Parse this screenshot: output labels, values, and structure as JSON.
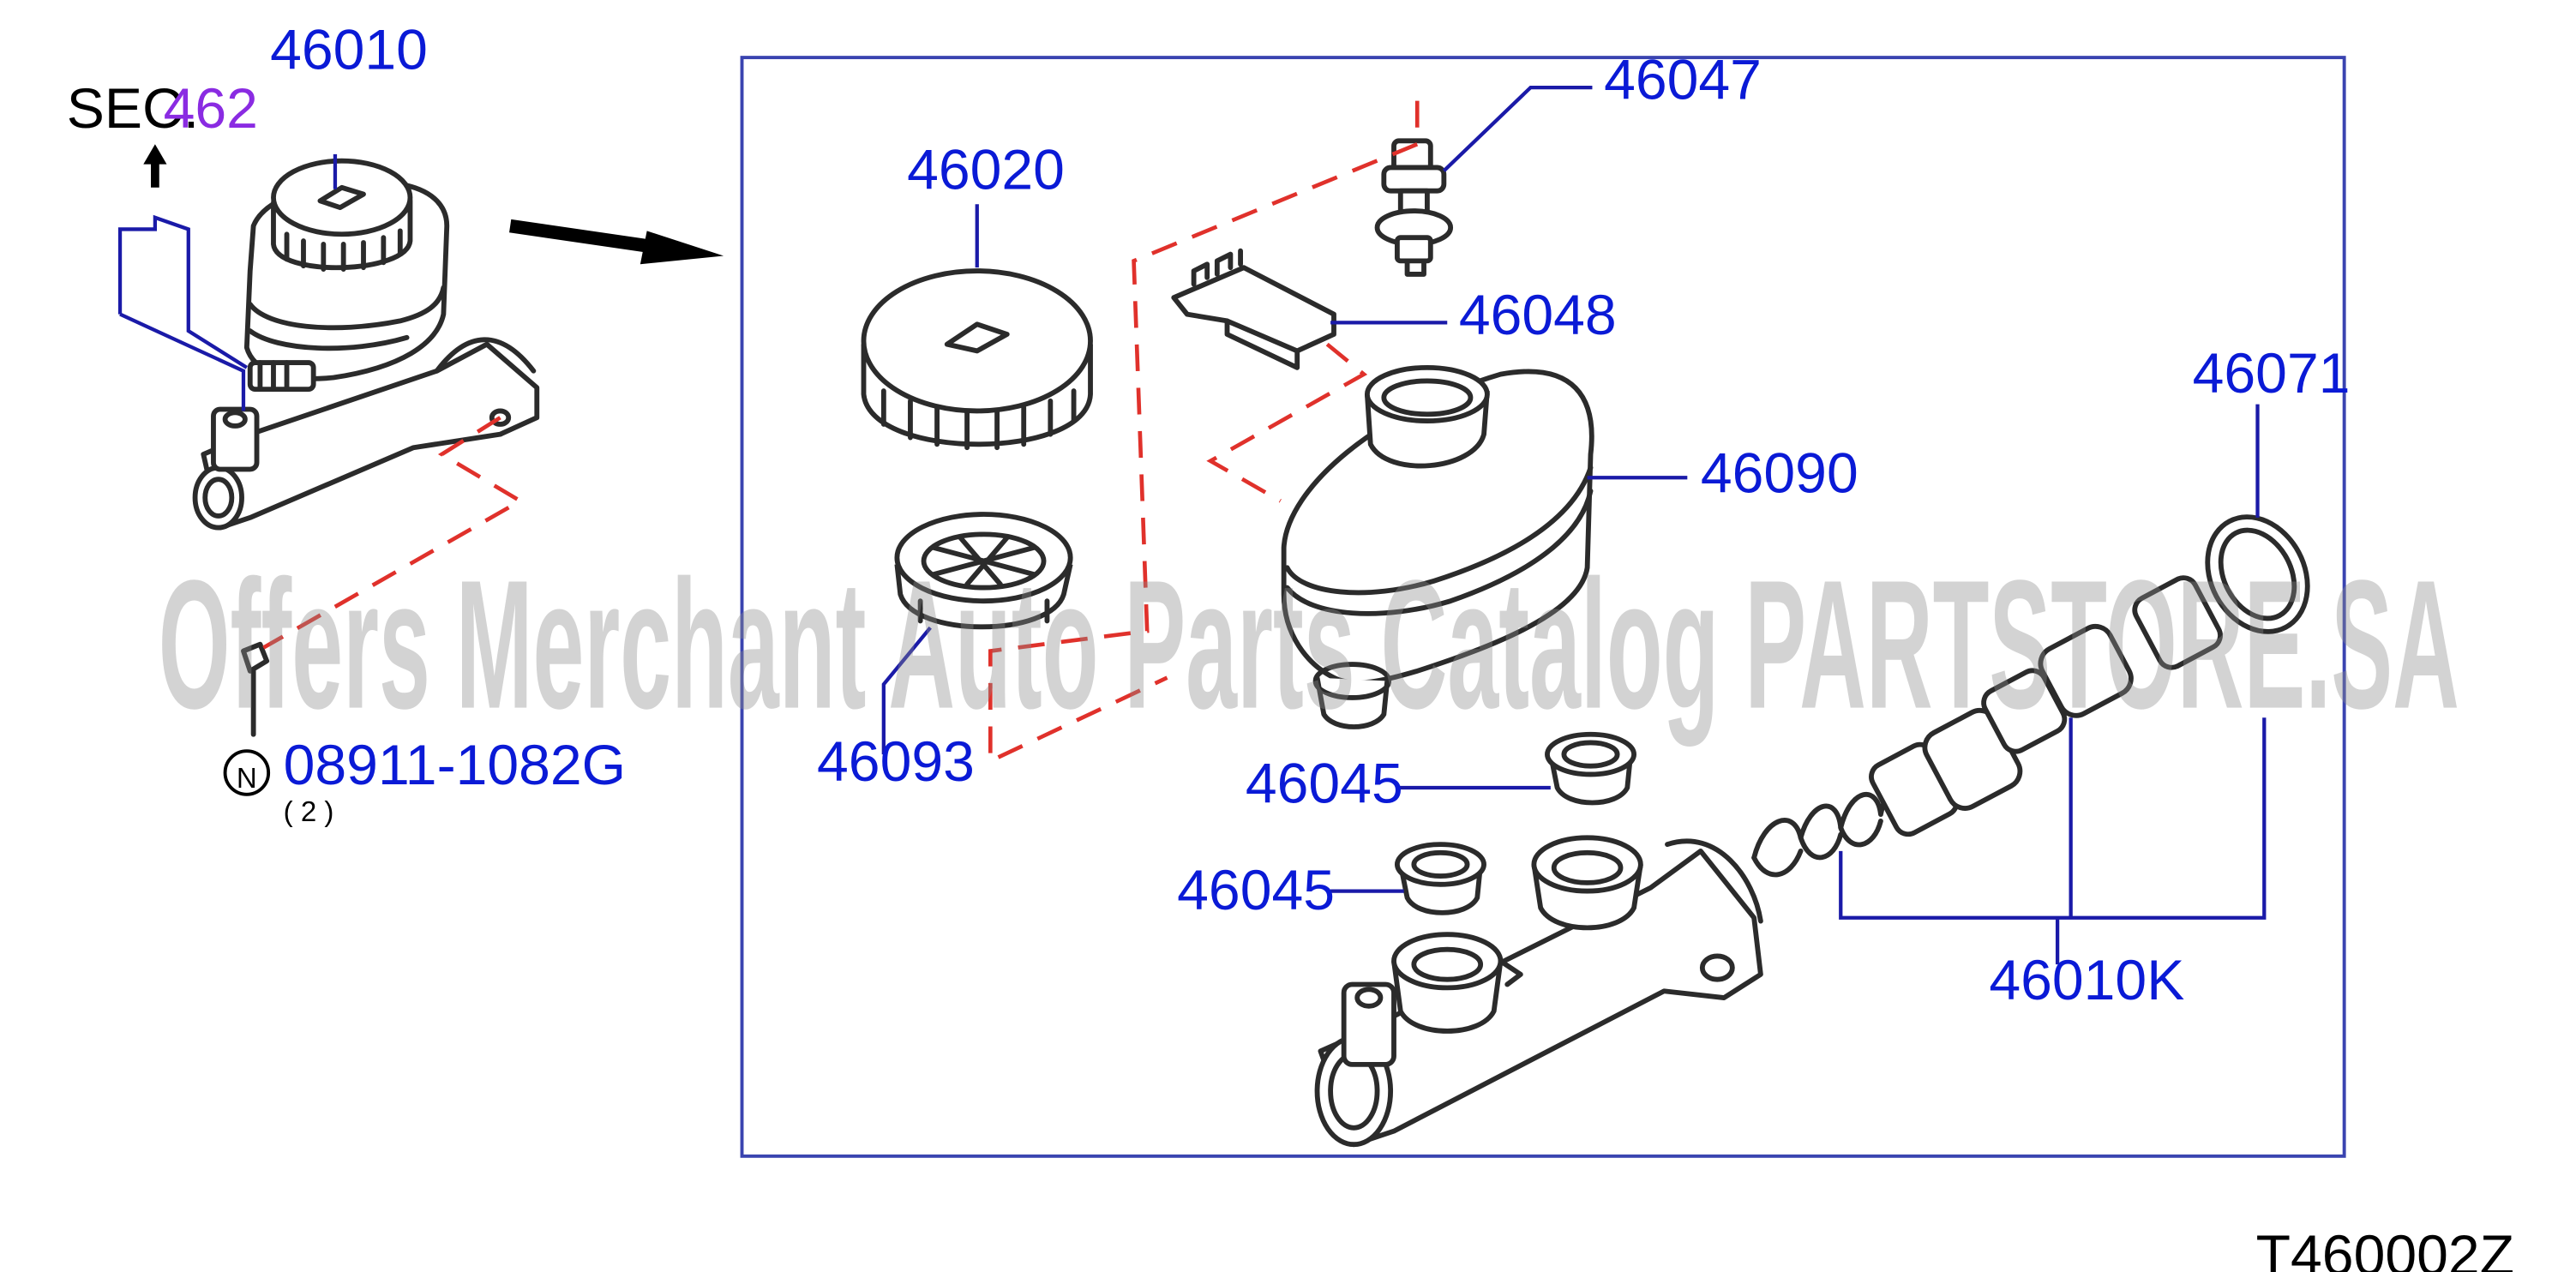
{
  "colors": {
    "callout": "#0a1ad6",
    "section_ref": "#8a2be2",
    "leader": "#1a1aa8",
    "dash": "#e0312b",
    "watermark": "#8c8c8c"
  },
  "sec_label": "SEC.",
  "sec_number": "462",
  "bolt_symbol": "N",
  "bolt_part": "08911-1082G",
  "bolt_qty": "( 2 )",
  "parts": {
    "assembly": "46010",
    "cap": "46020",
    "strainer": "46093",
    "pin": "46047",
    "clip": "46048",
    "reservoir": "46090",
    "grommet_upper": "46045",
    "grommet_lower": "46045",
    "seal_ring": "46071",
    "repair_kit": "46010K"
  },
  "watermark": "Offers Merchant Auto Parts Catalog PARTSTORE.SA",
  "diagram_code": "T460002Z"
}
